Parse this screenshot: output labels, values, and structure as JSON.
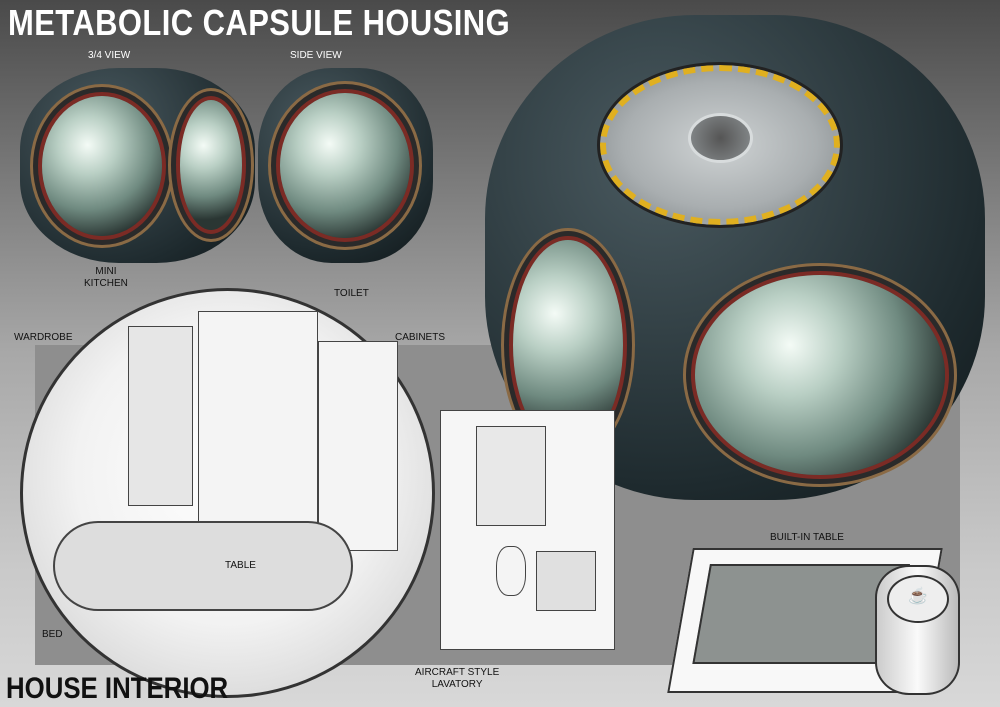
{
  "title": "METABOLIC CAPSULE HOUSING",
  "footer": "HOUSE INTERIOR",
  "views": {
    "three_quarter": "3/4 VIEW",
    "side": "SIDE VIEW"
  },
  "labels": {
    "mini_kitchen": "MINI\nKITCHEN",
    "toilet": "TOILET",
    "wardrobe": "WARDROBE",
    "cabinets": "CABINETS",
    "table": "TABLE",
    "bed": "BED",
    "lavatory": "AIRCRAFT STYLE\nLAVATORY",
    "built_in_table": "BUILT-IN TABLE"
  },
  "colors": {
    "capsule_shell": "#1e2a2e",
    "lens_trim": "#7b2b25",
    "hatch_stripe": "#e0b020"
  }
}
